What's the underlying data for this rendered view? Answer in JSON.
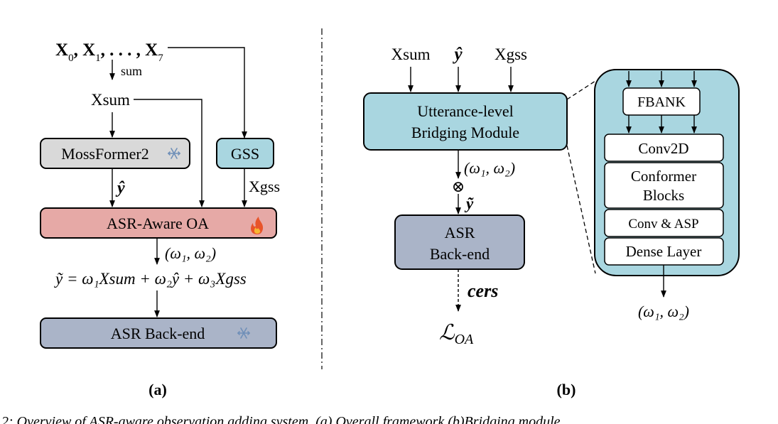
{
  "panel_a": {
    "label": "(a)",
    "inputs_html": "X<tspan baseline-shift=\"sub\" font-size=\"15\" font-weight=\"normal\">0</tspan>, X<tspan baseline-shift=\"sub\" font-size=\"15\" font-weight=\"normal\">1</tspan>, . . . , X<tspan baseline-shift=\"sub\" font-size=\"15\" font-weight=\"normal\">7</tspan>",
    "sum_label": "sum",
    "xsum_label": "Xsum",
    "mossformer_label": "MossFormer2",
    "gss_label": "GSS",
    "yhat_label": "ŷ",
    "xgss_label": "Xgss",
    "asr_oa_label": "ASR-Aware OA",
    "weights_label": "(ω₁, ω₂)",
    "equation_label": "ỹ = ω₁Xsum + ω₂ŷ + ω₃Xgss",
    "backend_label": "ASR Back-end"
  },
  "panel_b": {
    "label": "(b)",
    "xsum_label": "Xsum",
    "yhat_label": "ŷ",
    "xgss_label": "Xgss",
    "bridging_line1": "Utterance-level",
    "bridging_line2": "Bridging Module",
    "weights_label": "(ω₁, ω₂)",
    "otimes_symbol": "⊗",
    "ytilde_label": "ỹ",
    "backend_line1": "ASR",
    "backend_line2": "Back-end",
    "cers_label": "cers",
    "loss_label": "ℒ",
    "loss_sub": "OA",
    "detail": {
      "fbank": "FBANK",
      "conv2d": "Conv2D",
      "conformer_line1": "Conformer",
      "conformer_line2": "Blocks",
      "conv_asp": "Conv & ASP",
      "dense": "Dense Layer",
      "output_label": "(ω₁, ω₂)"
    }
  },
  "caption": "2: Overview of ASR-aware observation adding system. (a) Overall framework (b)Bridging module",
  "colors": {
    "gray_box": "#d9d9d9",
    "blue_box": "#a9d6e0",
    "pink_box": "#e6a9a6",
    "slate_box": "#aab4c8",
    "white_box": "#ffffff",
    "snowflake": "#6f8fb8",
    "flame_outer": "#e8542a",
    "flame_inner": "#f7b733"
  },
  "icons": [
    "snowflake-icon",
    "flame-icon",
    "snowflake-icon"
  ]
}
